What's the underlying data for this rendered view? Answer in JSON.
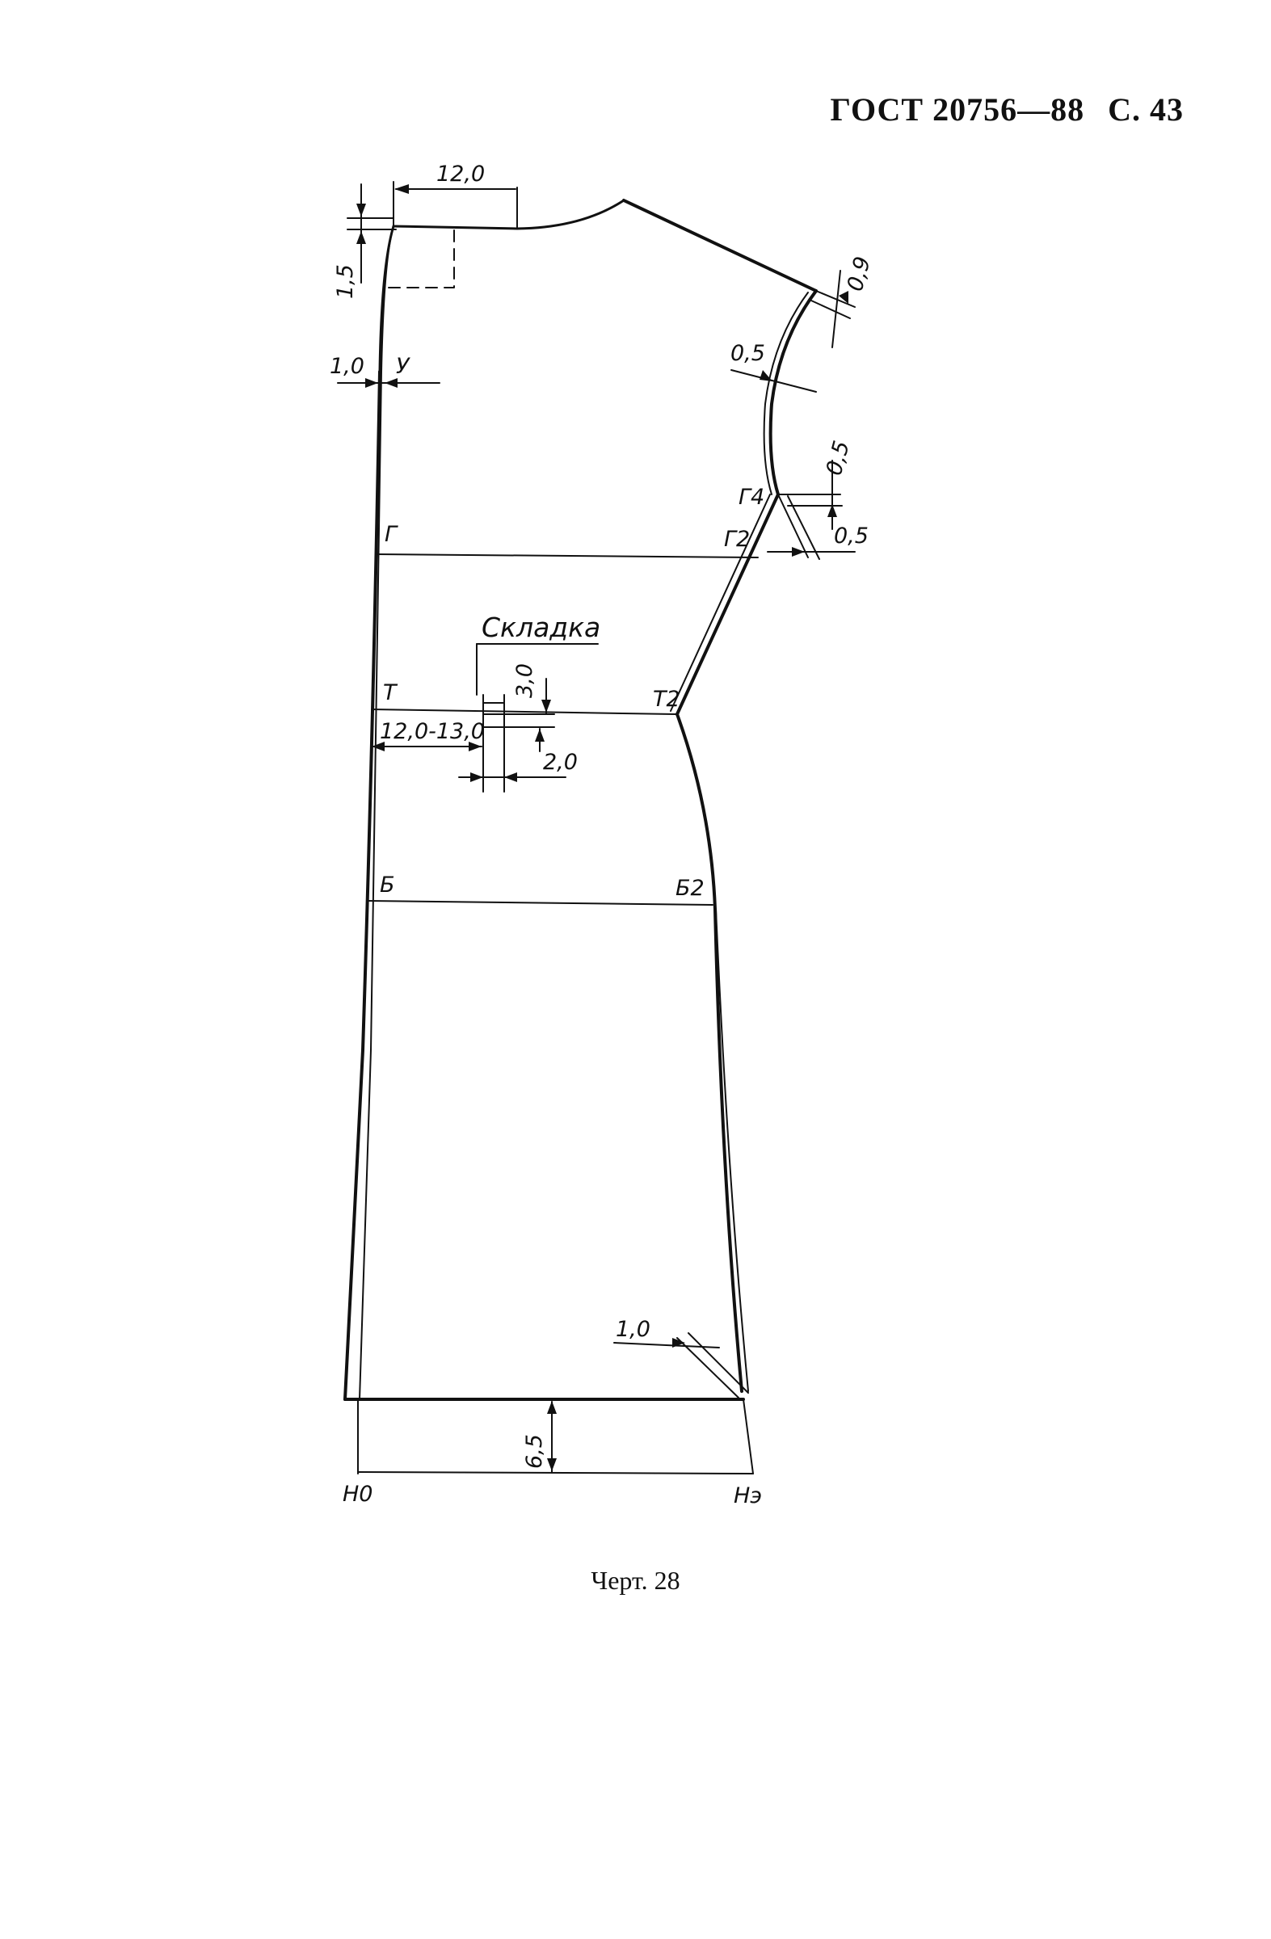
{
  "header": {
    "standard": "ГОСТ 20756—88",
    "page": "С. 43"
  },
  "caption": "Черт. 28",
  "diagram": {
    "points": {
      "g": "Г",
      "g2": "Г2",
      "g4": "Г4",
      "t": "Т",
      "t2": "Т2",
      "b": "Б",
      "b2": "Б2",
      "h0": "Н0",
      "he": "Нэ",
      "u": "У"
    },
    "labels": {
      "skladka": "Складка"
    },
    "dimensions": {
      "neck_width": "12,0",
      "neck_drop": "1,5",
      "center_offset": "1,0",
      "shoulder_ext": "0,9",
      "armhole_offset": "0,5",
      "side_top": "0,5",
      "side_right": "0,5",
      "pleat_depth": "3,0",
      "pleat_width": "2,0",
      "pleat_position": "12,0-13,0",
      "hem_side": "1,0",
      "hem_length": "6,5"
    }
  }
}
